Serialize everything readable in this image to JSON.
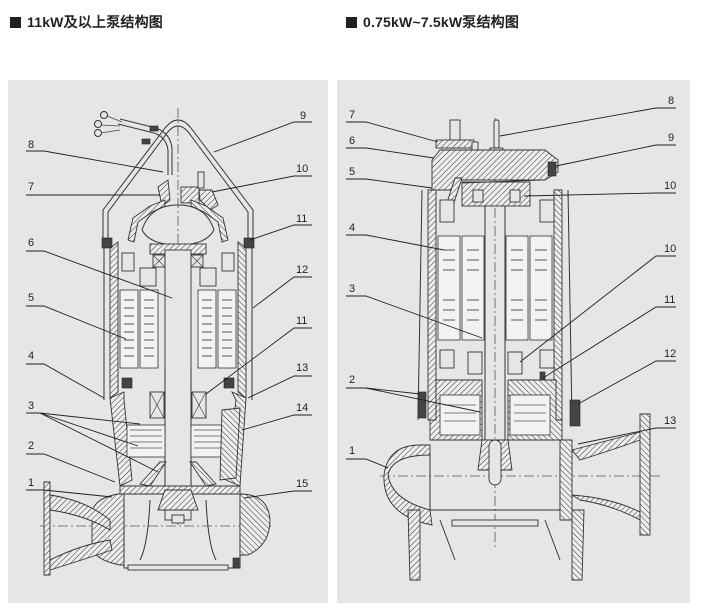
{
  "headings": {
    "left": "11kW及以上泵结构图",
    "right": "0.75kW~7.5kW泵结构图"
  },
  "colors": {
    "panel_background": "#e6e6e6",
    "line": "#231f20",
    "heading_square": "#231f20"
  },
  "left_diagram": {
    "title": "11kW及以上泵结构图",
    "callouts_left": [
      "8",
      "7",
      "6",
      "5",
      "4",
      "3",
      "2",
      "1"
    ],
    "callouts_right": [
      "9",
      "10",
      "11",
      "12",
      "11",
      "13",
      "14",
      "15"
    ]
  },
  "right_diagram": {
    "title": "0.75kW~7.5kW泵结构图",
    "callouts_left": [
      "7",
      "6",
      "5",
      "4",
      "3",
      "2",
      "1"
    ],
    "callouts_right": [
      "8",
      "9",
      "10",
      "10",
      "11",
      "12",
      "13"
    ]
  }
}
